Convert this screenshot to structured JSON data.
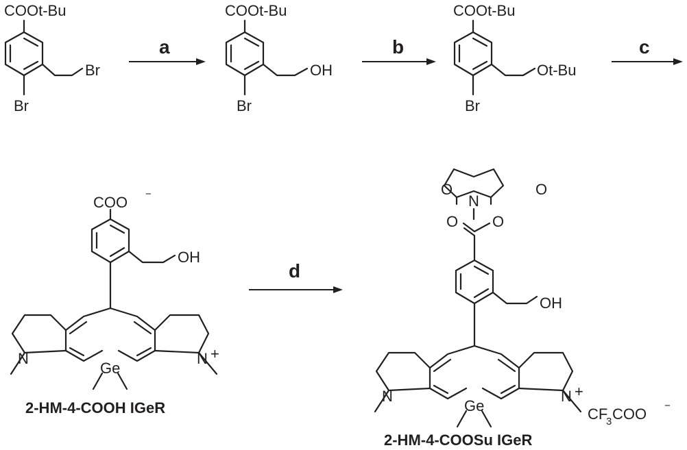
{
  "labels": {
    "coo_tbu": "COOt-Bu",
    "br": "Br",
    "oh": "OH",
    "ot_bu": "Ot-Bu",
    "coo": "COO",
    "minus": "−",
    "plus": "+",
    "n": "N",
    "ge": "Ge",
    "o": "O",
    "cf": "CF",
    "three": "3",
    "coo_anion": "COO"
  },
  "reagents": {
    "a": "a",
    "b": "b",
    "c": "c",
    "d": "d"
  },
  "compounds": {
    "cooh": "2-HM-4-COOH IGeR",
    "coosu": "2-HM-4-COOSu IGeR"
  }
}
